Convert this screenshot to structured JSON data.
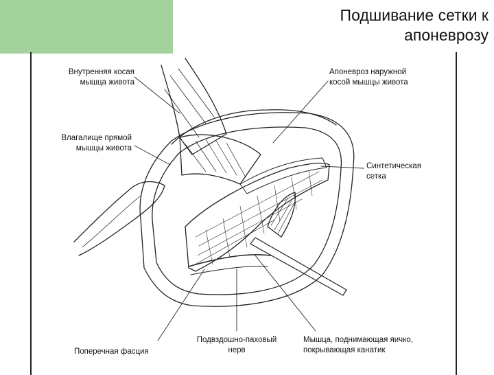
{
  "slide": {
    "title_line1": "Подшивание сетки к",
    "title_line2": "апоневрозу"
  },
  "labels": {
    "internal_oblique": {
      "line1": "Внутренняя косая",
      "line2": "мышца живота"
    },
    "external_oblique_aponeurosis": {
      "line1": "Апоневроз наружной",
      "line2": "косой мышцы живота"
    },
    "rectus_sheath": {
      "line1": "Влагалище прямой",
      "line2": "мышцы живота"
    },
    "synthetic_mesh": {
      "line1": "Синтетическая",
      "line2": "сетка"
    },
    "transverse_fascia": {
      "line1": "Поперечная фасция"
    },
    "ilioinguinal_nerve": {
      "line1": "Подвздошно-паховый",
      "line2": "нерв"
    },
    "cremaster_muscle": {
      "line1": "Мышца, поднимающая яичко,",
      "line2": "покрывающая канатик"
    }
  },
  "colors": {
    "accent_block": "#a3d29c",
    "ink": "#111111"
  }
}
